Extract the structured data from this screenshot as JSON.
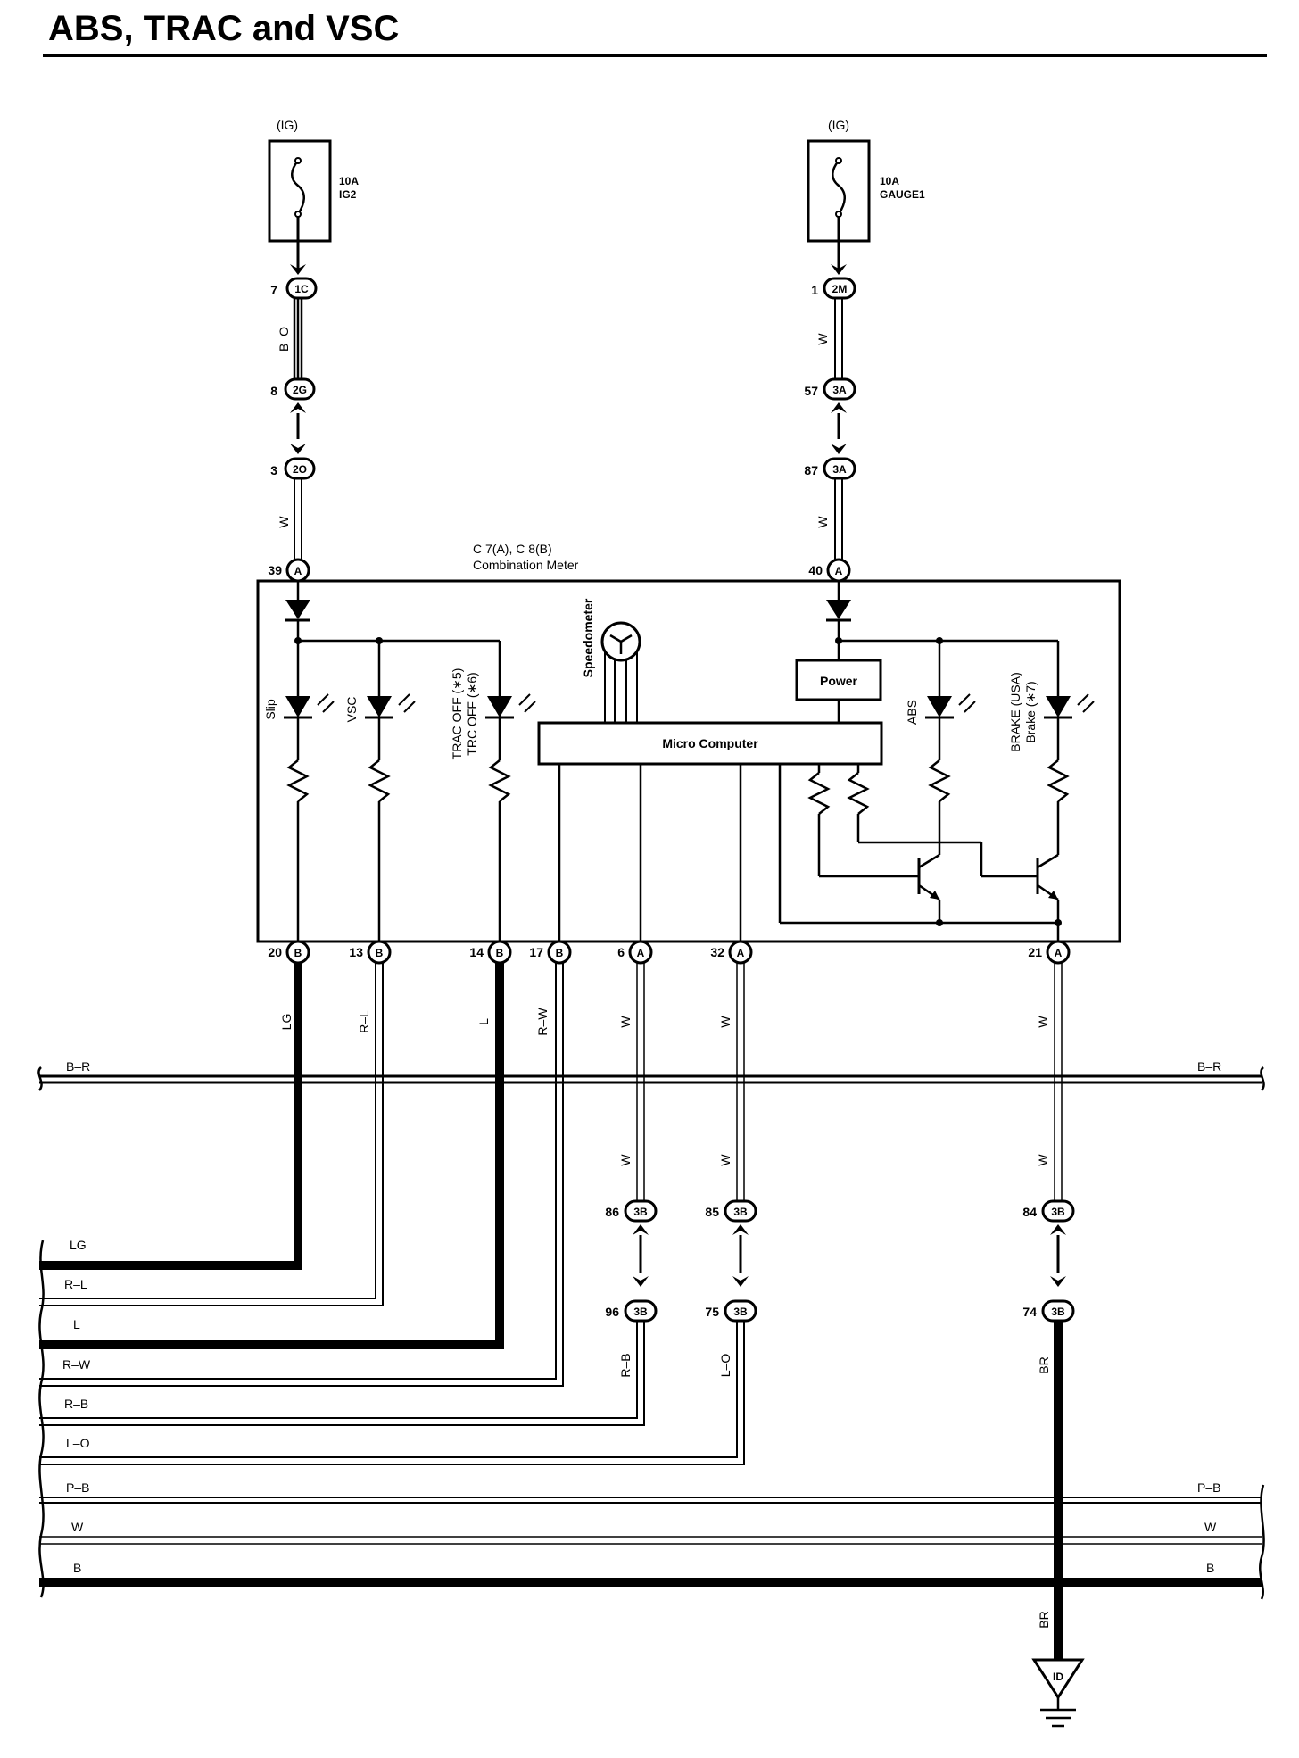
{
  "title": "ABS, TRAC and VSC",
  "fuses": [
    {
      "supply": "(IG)",
      "rating": "10A",
      "name": "IG2"
    },
    {
      "supply": "(IG)",
      "rating": "10A",
      "name": "GAUGE1"
    }
  ],
  "left_feed": {
    "wire1": "B–O",
    "wire2": "W",
    "c1": {
      "pin": "7",
      "code": "1C"
    },
    "c2": {
      "pin": "8",
      "code": "2G"
    },
    "c3": {
      "pin": "3",
      "code": "2O"
    }
  },
  "right_feed": {
    "wire1": "W",
    "wire2": "W",
    "c1": {
      "pin": "1",
      "code": "2M"
    },
    "c2": {
      "pin": "57",
      "code": "3A"
    },
    "c3": {
      "pin": "87",
      "code": "3A"
    }
  },
  "meter": {
    "connectors": "C 7(A), C 8(B)",
    "name": "Combination Meter",
    "top_left": {
      "pin": "39",
      "code": "A"
    },
    "top_right": {
      "pin": "40",
      "code": "A"
    },
    "slip": "Slip",
    "vsc": "VSC",
    "trac_off_1": "TRAC OFF (∗5)",
    "trac_off_2": "TRC OFF (∗6)",
    "speedometer": "Speedometer",
    "power": "Power",
    "micro": "Micro Computer",
    "abs": "ABS",
    "brake_1": "BRAKE (USA)",
    "brake_2": "Brake (∗7)"
  },
  "bottom_pins": [
    {
      "pin": "20",
      "code": "B",
      "wire": "LG"
    },
    {
      "pin": "13",
      "code": "B",
      "wire": "R–L"
    },
    {
      "pin": "14",
      "code": "B",
      "wire": "L"
    },
    {
      "pin": "17",
      "code": "B",
      "wire": "R–W"
    },
    {
      "pin": "6",
      "code": "A",
      "wire": "W"
    },
    {
      "pin": "32",
      "code": "A",
      "wire": "W"
    },
    {
      "pin": "21",
      "code": "A",
      "wire": "W"
    }
  ],
  "lower_connectors": {
    "upper": [
      {
        "pin": "86",
        "code": "3B",
        "wire": "W"
      },
      {
        "pin": "85",
        "code": "3B",
        "wire": "W"
      },
      {
        "pin": "84",
        "code": "3B",
        "wire": "W"
      }
    ],
    "lower": [
      {
        "pin": "96",
        "code": "3B",
        "wire": "R–B"
      },
      {
        "pin": "75",
        "code": "3B",
        "wire": "L–O"
      },
      {
        "pin": "74",
        "code": "3B",
        "wire": "BR"
      }
    ]
  },
  "bus": {
    "br_top": "B–R",
    "left_lines": [
      "LG",
      "R–L",
      "L",
      "R–W",
      "R–B",
      "L–O"
    ],
    "pb": "P–B",
    "w": "W",
    "b": "B"
  },
  "ground": {
    "wire": "BR",
    "code": "ID"
  }
}
